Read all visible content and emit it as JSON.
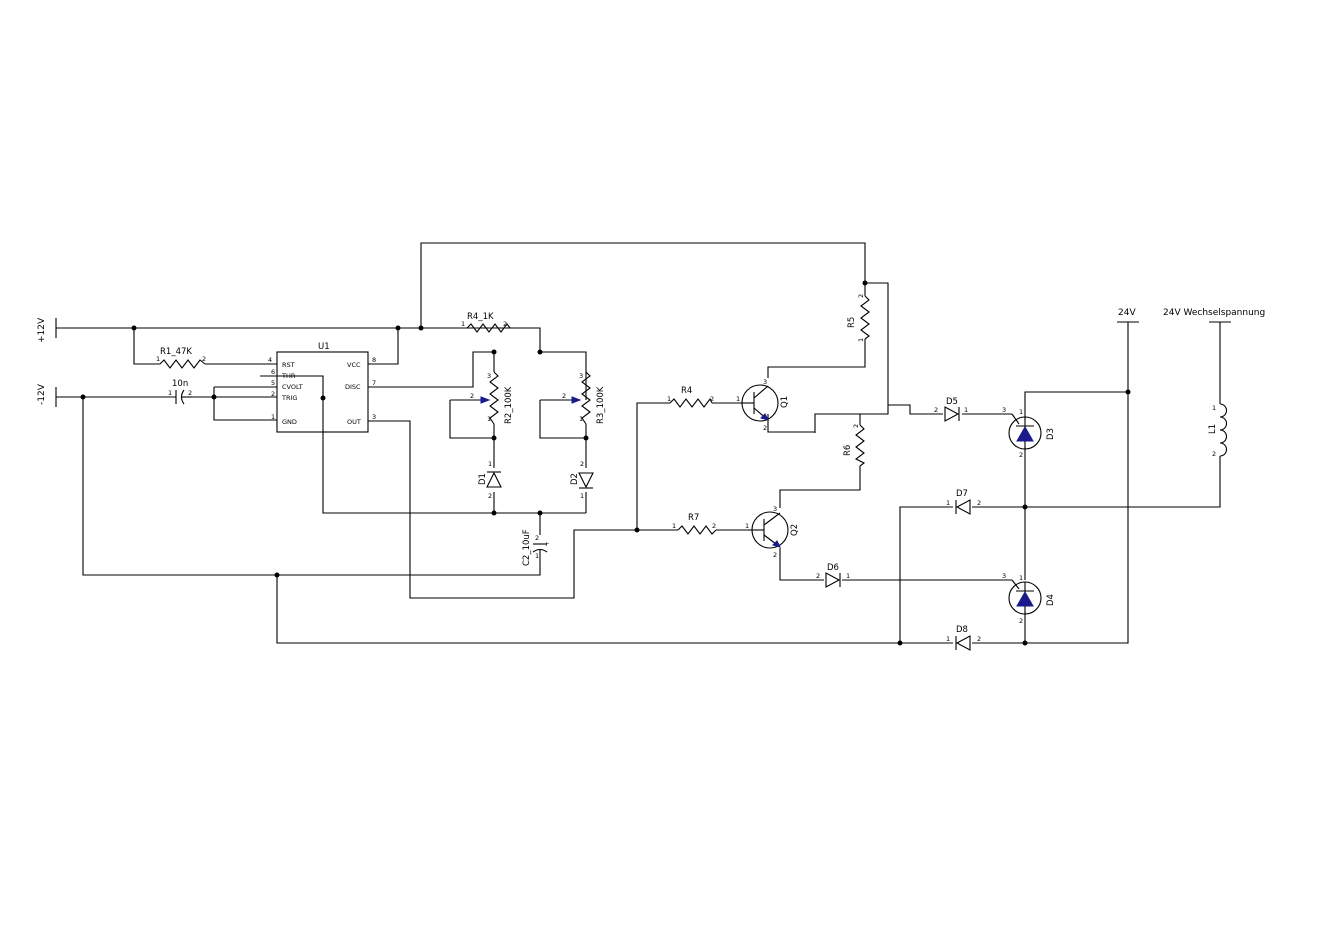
{
  "nets": {
    "plus12": "+12V",
    "minus12": "-12V",
    "v24": "24V",
    "ac": "24V  Wechselspannung"
  },
  "u1": {
    "ref": "U1",
    "pins": {
      "rst": "RST",
      "thr": "THR",
      "cvolt": "CVOLT",
      "trig": "TRIG",
      "gnd": "GND",
      "vcc": "VCC",
      "disc": "DISC",
      "out": "OUT"
    },
    "pin_numbers": {
      "rst": "4",
      "thr": "6",
      "cvolt": "5",
      "trig": "2",
      "gnd": "1",
      "vcc": "8",
      "disc": "7",
      "out": "3"
    }
  },
  "components": {
    "r1": "R1_47K",
    "c1": "10n",
    "r4a": "R4_1K",
    "r2": "R2_100K",
    "r3": "R3_100K",
    "d1": "D1",
    "d2": "D2",
    "c2": "C2_10uF",
    "r4b": "R4",
    "r5": "R5",
    "r6": "R6",
    "r7": "R7",
    "q1": "Q1",
    "q2": "Q2",
    "d3": "D3",
    "d4": "D4",
    "d5": "D5",
    "d6": "D6",
    "d7": "D7",
    "d8": "D8",
    "l1": "L1"
  },
  "pin": {
    "p1": "1",
    "p2": "2",
    "p3": "3",
    "plus": "+"
  }
}
